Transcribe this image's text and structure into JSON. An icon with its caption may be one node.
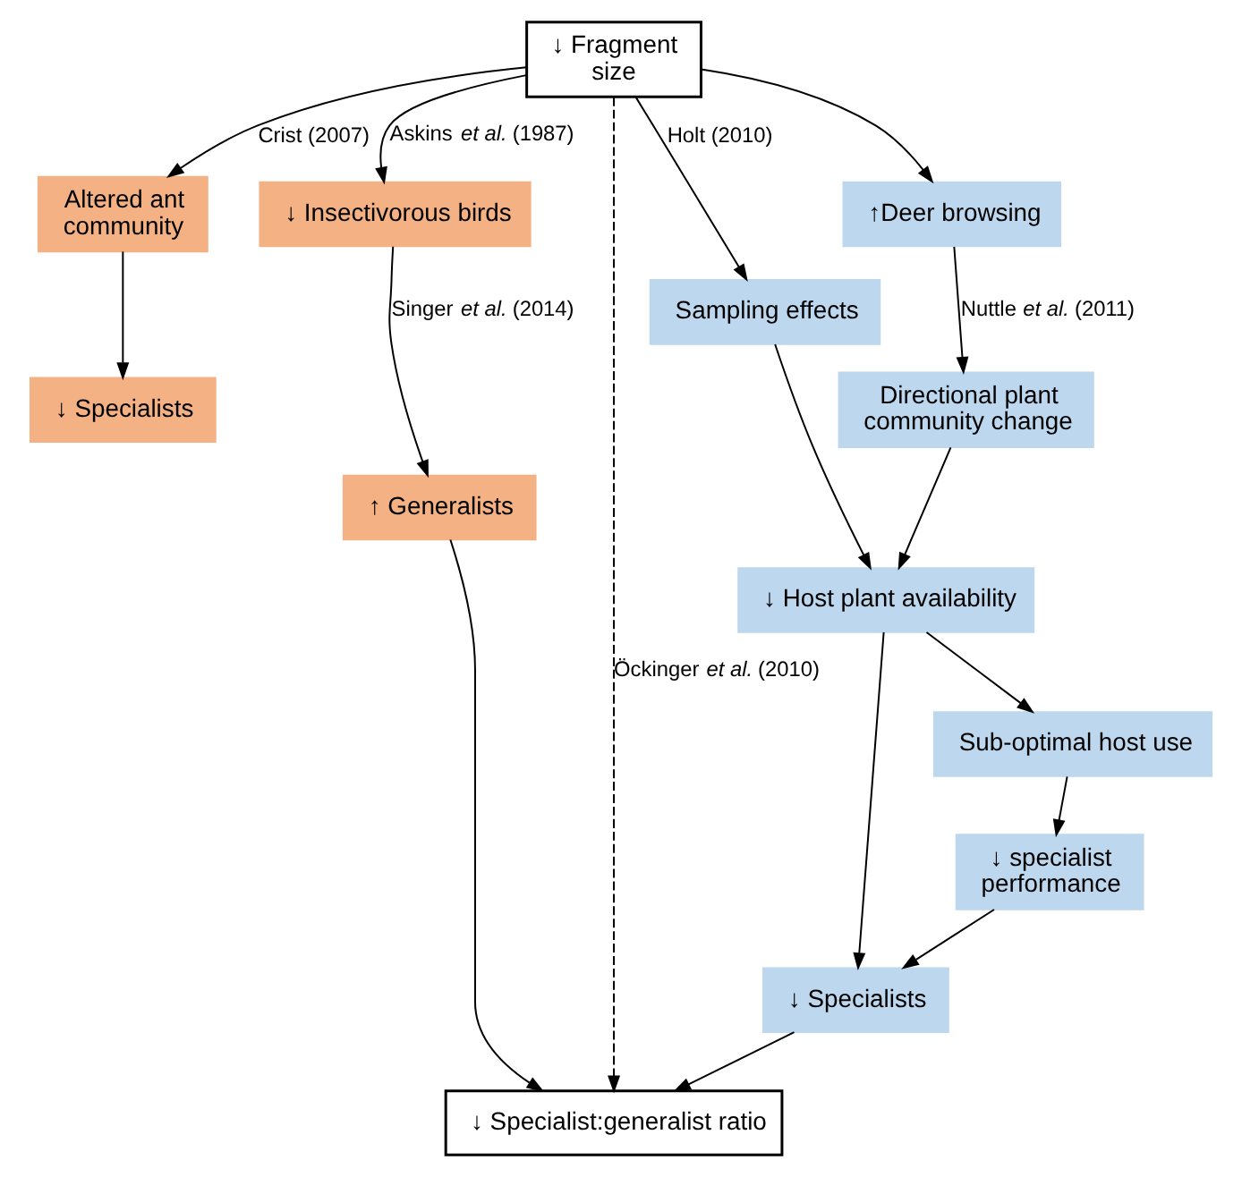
{
  "diagram": {
    "nodes": [
      {
        "text": [
          "↓ Fragment size"
        ]
      },
      {
        "text": [
          "Altered ant community"
        ]
      },
      {
        "text": [
          "↓ Insectivorous birds"
        ]
      },
      {
        "text": [
          "↑ Generalists"
        ]
      },
      {
        "text": [
          "↓ Specialists"
        ]
      },
      {
        "text": [
          "↓ Specialist:generalist ratio"
        ]
      },
      {
        "text": [
          "↓ Specialists"
        ]
      },
      {
        "text": [
          "↓ specialist performance"
        ]
      },
      {
        "text": [
          "Sub-optimal host use"
        ]
      },
      {
        "text": [
          "↓ Host plant availability"
        ]
      },
      {
        "text": [
          "Sampling effects"
        ]
      },
      {
        "text": [
          "Directional plant community change"
        ]
      },
      {
        "text": [
          "↑Deer browsing"
        ]
      }
    ],
    "edges": [
      {
        "from": 0,
        "to": 1,
        "arrow": "to",
        "label": "Crist (2007)"
      },
      {
        "from": 0,
        "to": 2,
        "arrow": "to",
        "label": "Askins *et al.* (1987)"
      },
      {
        "from": 2,
        "to": 3,
        "arrow": "to",
        "label": "Singer *et al.* (2014)"
      },
      {
        "from": 1,
        "to": 4,
        "arrow": "to"
      },
      {
        "from": 3,
        "to": 5,
        "arrow": "to"
      },
      {
        "from": 0,
        "to": 5,
        "arrow": "to",
        "style": "dashed",
        "label": "Öckinger *et al.* (2010)"
      },
      {
        "from": 6,
        "to": 5,
        "arrow": "to"
      },
      {
        "from": 0,
        "to": 10,
        "arrow": "to",
        "label": "Holt (2010)"
      },
      {
        "from": 10,
        "to": 9,
        "arrow": "to"
      },
      {
        "from": 9,
        "to": 6,
        "arrow": "to"
      },
      {
        "from": 7,
        "to": 6,
        "arrow": "to"
      },
      {
        "from": 8,
        "to": 7,
        "arrow": "to"
      },
      {
        "from": 9,
        "to": 8,
        "arrow": "to"
      },
      {
        "from": 11,
        "to": 9,
        "arrow": "to"
      },
      {
        "from": 12,
        "to": 11,
        "arrow": "to",
        "label": "Nuttle *et al.* (2011)"
      },
      {
        "from": 0,
        "to": 12,
        "arrow": "to"
      }
    ]
  }
}
